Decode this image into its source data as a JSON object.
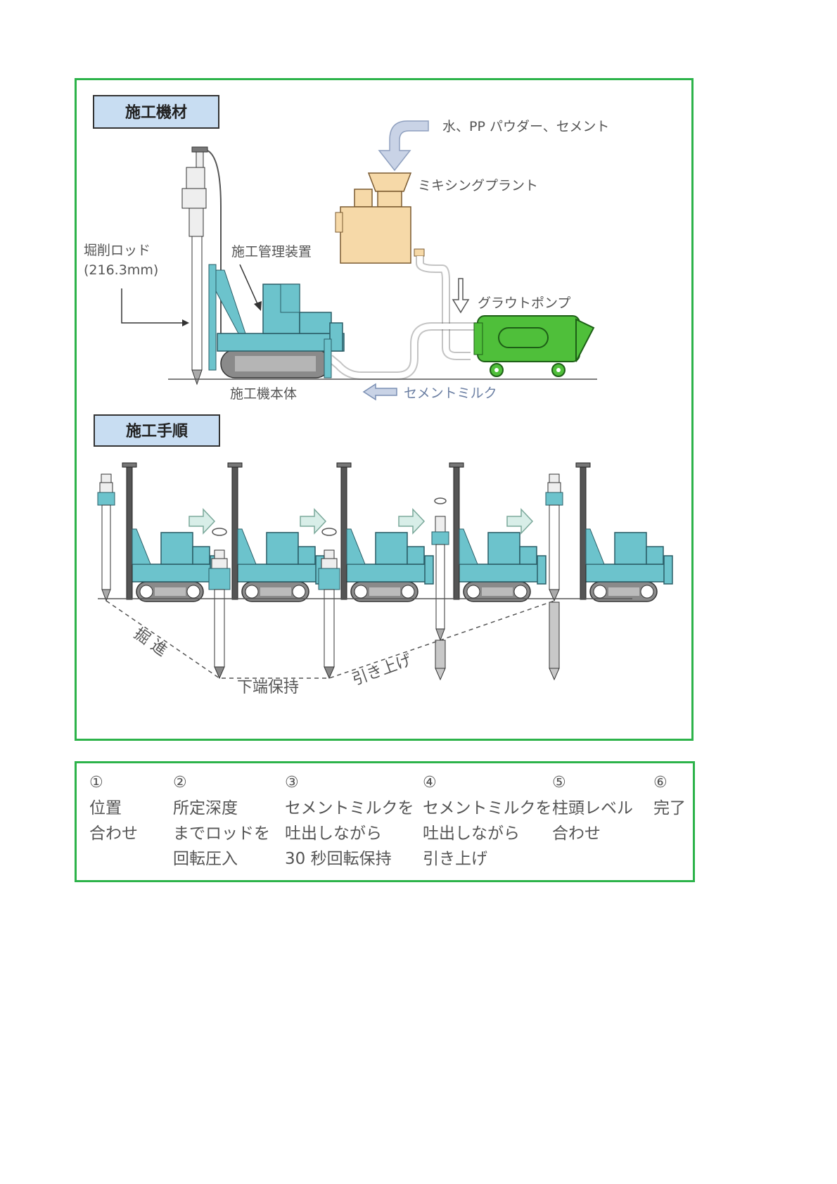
{
  "diagram": {
    "section1_title": "施工機材",
    "section2_title": "施工手順",
    "labels": {
      "materials": "水、PP パウダー、セメント",
      "mixing_plant": "ミキシングプラント",
      "rod_line1": "堀削ロッド",
      "rod_line2": "(216.3mm)",
      "control_device": "施工管理装置",
      "grout_pump": "グラウトポンプ",
      "machine_body": "施工機本体",
      "cement_milk": "セメントミルク",
      "excavate": "掘 進",
      "hold_bottom": "下端保持",
      "pull_up": "引き上げ"
    },
    "colors": {
      "machine": "#6cc3cc",
      "plant": "#f6d9a8",
      "pump": "#4fbf3a",
      "title_box": "#c8ddf2",
      "arrow": "#b9c6dc",
      "border": "#2db34a"
    }
  },
  "steps": [
    {
      "num": "①",
      "lines": [
        "位置",
        "合わせ"
      ]
    },
    {
      "num": "②",
      "lines": [
        "所定深度",
        "までロッドを",
        "回転圧入"
      ]
    },
    {
      "num": "③",
      "lines": [
        "セメントミルクを",
        "吐出しながら",
        "30 秒回転保持"
      ]
    },
    {
      "num": "④",
      "lines": [
        "セメントミルクを",
        "吐出しながら",
        "引き上げ"
      ]
    },
    {
      "num": "⑤",
      "lines": [
        "柱頭レベル",
        "合わせ"
      ]
    },
    {
      "num": "⑥",
      "lines": [
        "完了"
      ]
    }
  ]
}
